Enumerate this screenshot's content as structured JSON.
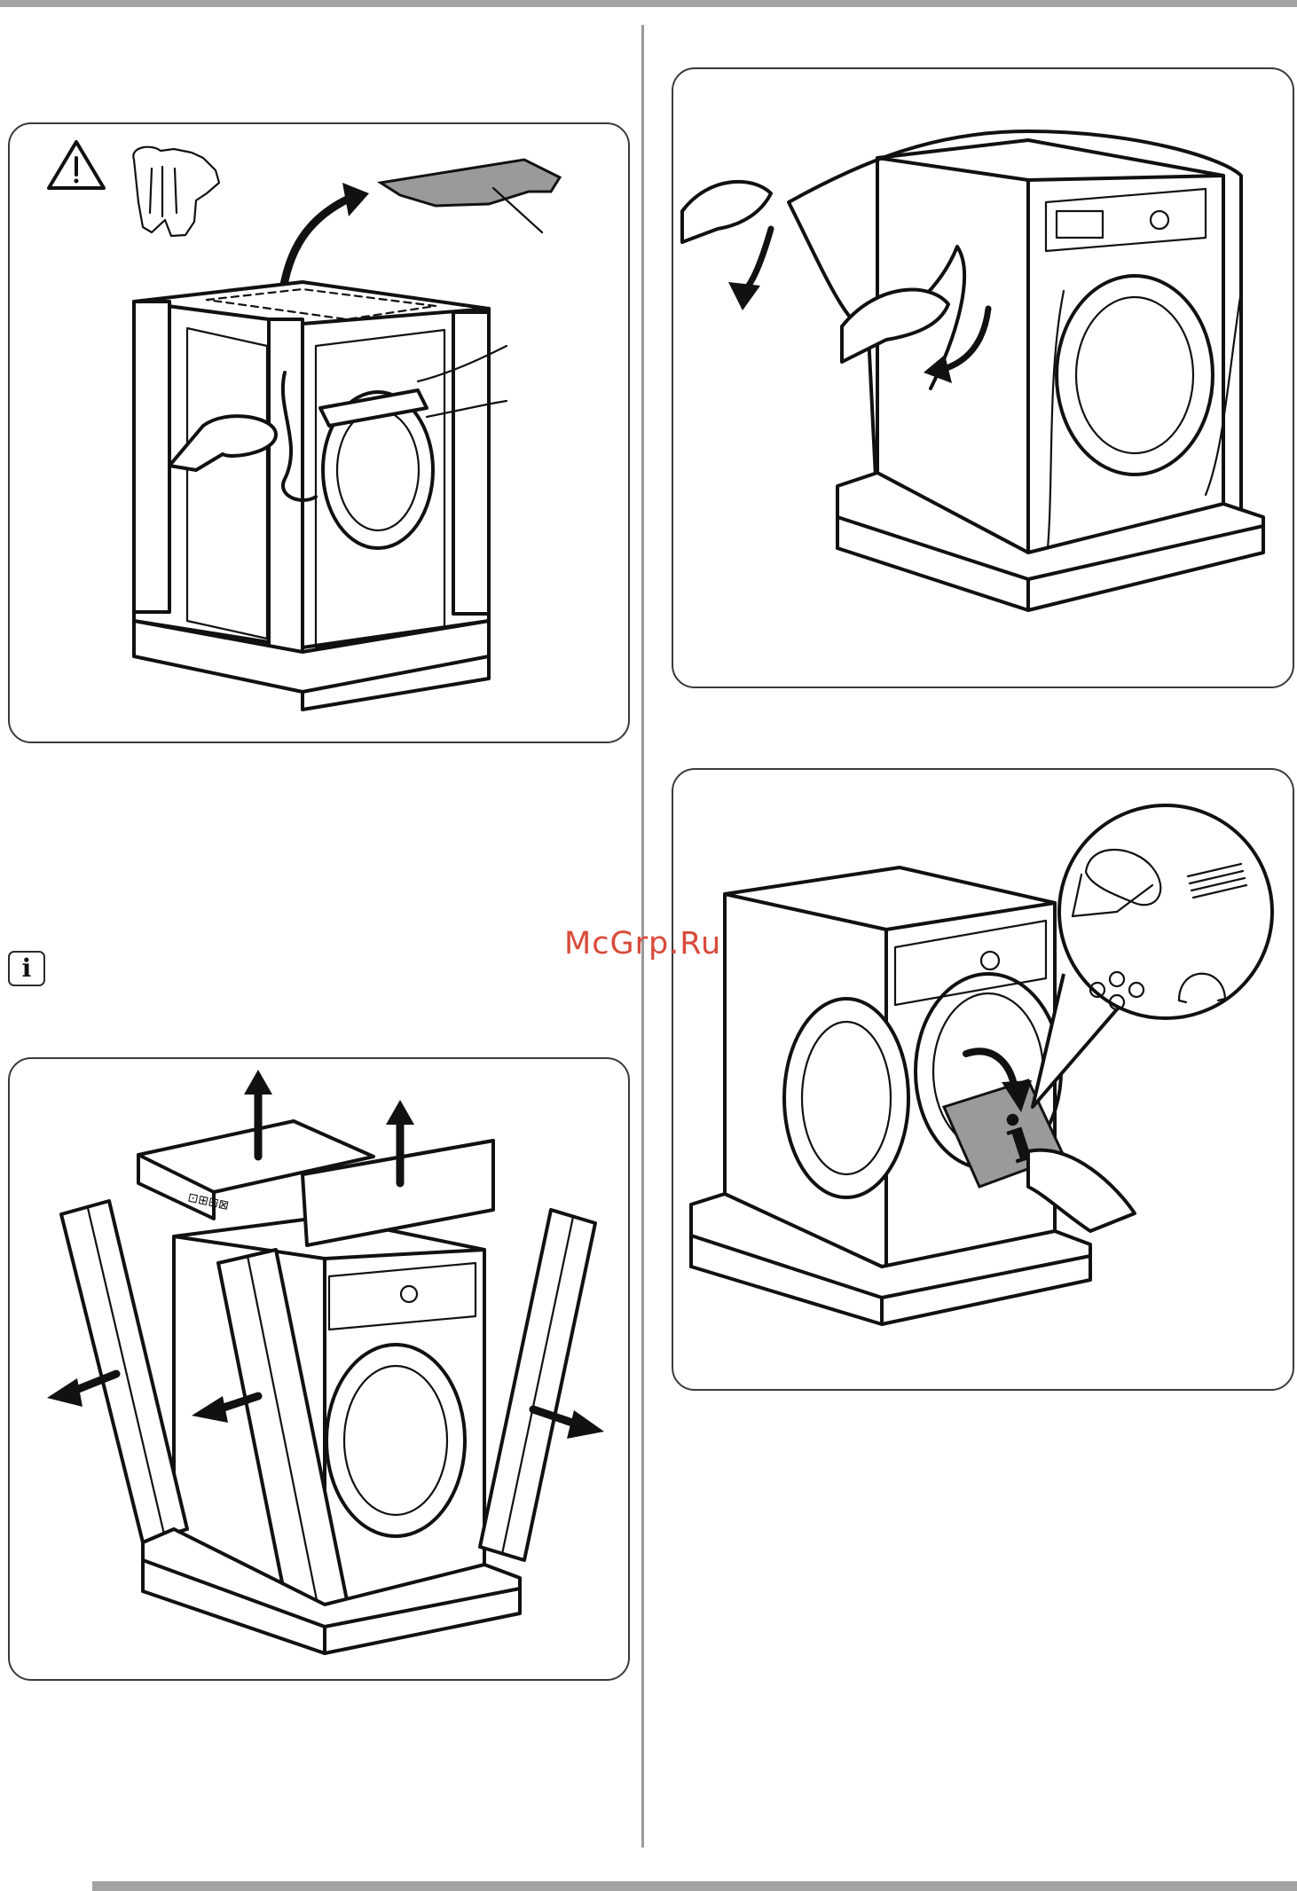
{
  "watermark": "McGrp.Ru",
  "note": {
    "icon": "info-icon",
    "glyph": "i"
  },
  "panels": [
    {
      "id": "unpacking-step-cut-straps-remove-top-insert",
      "icons": [
        "warning-icon",
        "gloves-icon",
        "knife-icon",
        "arrow-up-icon"
      ]
    },
    {
      "id": "unpacking-step-remove-corner-posts",
      "icons": [
        "arrow-up-icon",
        "arrow-left-icon",
        "arrow-right-icon"
      ]
    },
    {
      "id": "unpacking-step-remove-plastic-bag",
      "icons": [
        "arrow-down-icon"
      ]
    },
    {
      "id": "unpacking-step-take-out-accessories",
      "icons": [
        "info-booklet-icon",
        "hose-icon",
        "screws-icon",
        "caps-icon"
      ]
    }
  ],
  "colors": {
    "rule": "#a3a3a3",
    "frame": "#3a3a3a",
    "watermark": "#d94a3a",
    "insert": "#9a9a9a"
  }
}
